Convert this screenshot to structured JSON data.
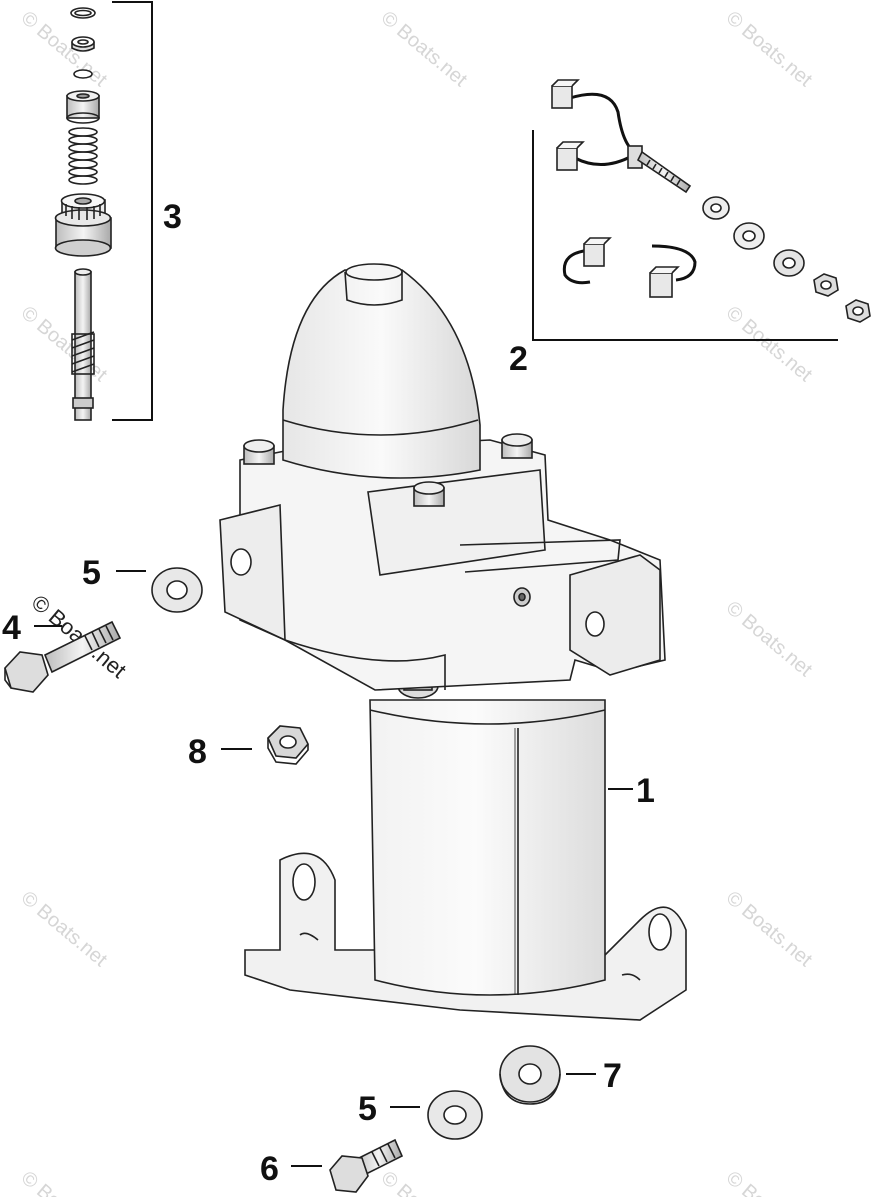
{
  "watermark": {
    "text": "© Boats.net"
  },
  "callouts": {
    "starter_motor": "1",
    "brush_kit": "2",
    "drive_assembly": "3",
    "bolt": "4",
    "washer_upper": "5",
    "screw": "6",
    "grommet": "7",
    "nut": "8",
    "washer_lower": "5"
  }
}
